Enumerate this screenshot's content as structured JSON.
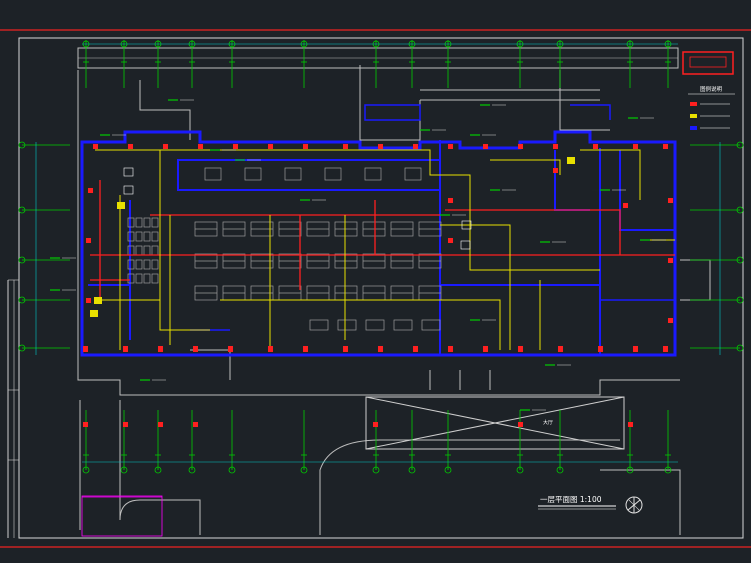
{
  "drawing": {
    "title": "一层平面图 1:100",
    "legend_title": "图例说明",
    "hall_label": "大厅",
    "colors": {
      "background": "#1d2227",
      "frame": "#cc2222",
      "wall": "#1a1aff",
      "axis": "#00cc00",
      "pipe_red": "#ff2020",
      "pipe_yellow": "#e8e000",
      "outline": "#d0d0d0",
      "magenta": "#ff00ff",
      "cyan": "#00c8c8"
    }
  }
}
